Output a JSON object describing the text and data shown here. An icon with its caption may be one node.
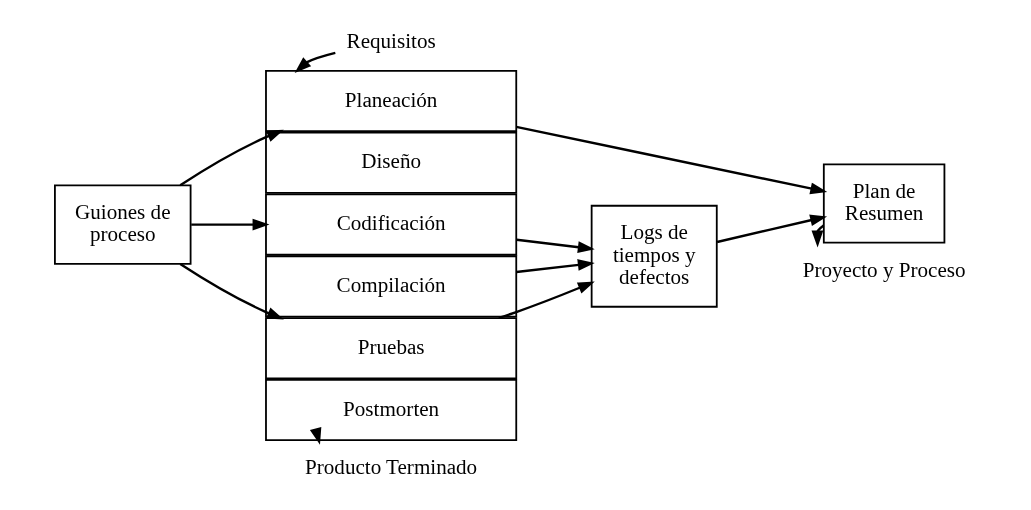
{
  "diagram": {
    "nodes": [
      {
        "text": [
          "Requisitos"
        ]
      },
      {
        "text": [
          "Guiones de proceso"
        ]
      },
      {
        "text": [
          "Planeación"
        ]
      },
      {
        "text": [
          "Diseño"
        ]
      },
      {
        "text": [
          "Codificación"
        ]
      },
      {
        "text": [
          "Compilación"
        ]
      },
      {
        "text": [
          "Pruebas"
        ]
      },
      {
        "text": [
          "Postmorten"
        ]
      },
      {
        "text": [
          "Logs de tiempos y defectos"
        ]
      },
      {
        "text": [
          "Plan de Resumen"
        ]
      },
      {
        "text": [
          "Producto Terminado"
        ]
      },
      {
        "text": [
          "Proyecto y Proceso"
        ]
      }
    ],
    "edges": [
      {
        "from": 0,
        "to": 2,
        "arrow": "to"
      },
      {
        "from": 1,
        "to": 2,
        "arrow": "to"
      },
      {
        "from": 1,
        "to": 4,
        "arrow": "to"
      },
      {
        "from": 1,
        "to": 6,
        "arrow": "to"
      },
      {
        "from": 2,
        "to": 9,
        "arrow": "to"
      },
      {
        "from": 4,
        "to": 8,
        "arrow": "to"
      },
      {
        "from": 5,
        "to": 8,
        "arrow": "to"
      },
      {
        "from": 6,
        "to": 8,
        "arrow": "to"
      },
      {
        "from": 8,
        "to": 9,
        "arrow": "to"
      },
      {
        "from": 7,
        "to": 10,
        "arrow": "to"
      },
      {
        "from": 9,
        "to": 11,
        "arrow": "to"
      }
    ]
  }
}
